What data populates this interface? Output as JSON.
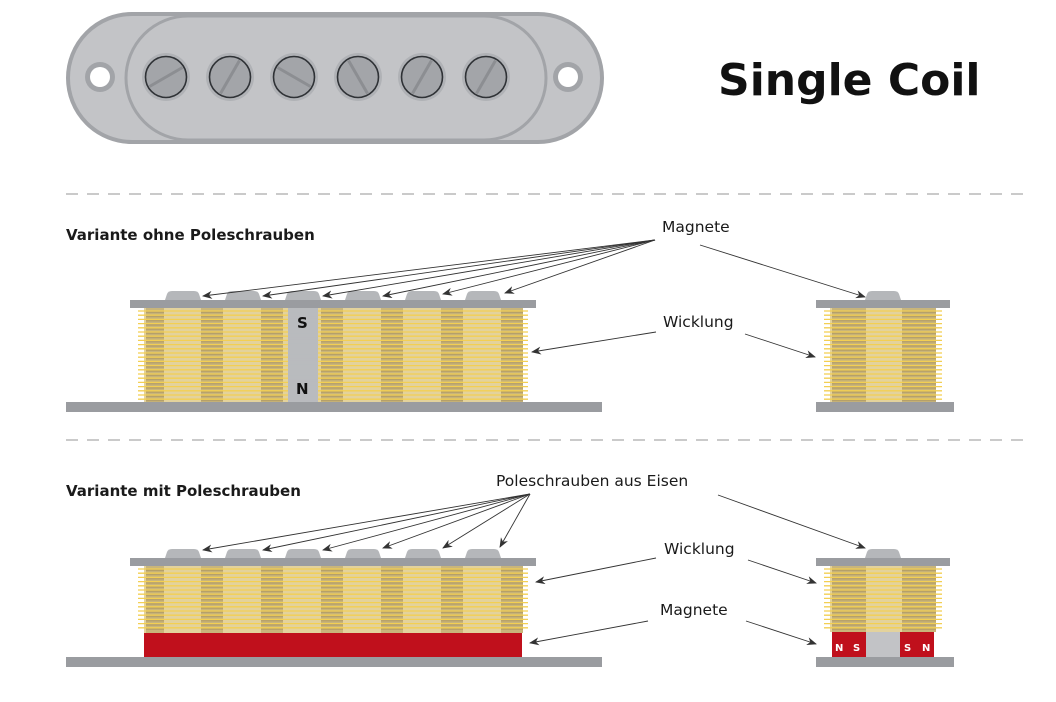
{
  "title": "Single Coil",
  "colors": {
    "cover": "#c3c4c7",
    "cover_stroke": "#a2a4a8",
    "pole_screw": "#a3a5a9",
    "plate": "#9a9ca0",
    "bobbin_core": "#e3d29c",
    "winding_dark": "#b5a06a",
    "winding_wire": "#f3cf52",
    "magnet_red": "#c0101c",
    "pole_piece": "#b9bbbe",
    "dash": "#b8b8b8",
    "arrow": "#333333"
  },
  "top_view": {
    "label": "pickup-top-view",
    "pole_count": 6
  },
  "sections": [
    {
      "heading": "Variante ohne Poleschrauben",
      "labels": {
        "magnets": "Magnete",
        "winding": "Wicklung"
      },
      "magnet_poles": {
        "top": "S",
        "bottom": "N"
      }
    },
    {
      "heading": "Variante mit Poleschrauben",
      "labels": {
        "pole_screws": "Poleschrauben aus Eisen",
        "winding": "Wicklung",
        "magnets": "Magnete"
      },
      "side_magnets": [
        "N",
        "S",
        "S",
        "N"
      ]
    }
  ]
}
